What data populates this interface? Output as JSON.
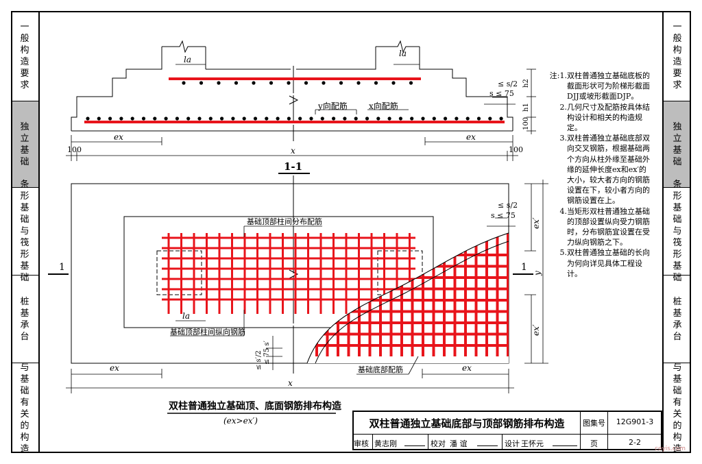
{
  "left_tabs": [
    {
      "label": "一般构造要求",
      "active": false
    },
    {
      "label": "独立基础",
      "active": true
    },
    {
      "label": "条形基础与筏形基础",
      "active": false
    },
    {
      "label": "桩基承台",
      "active": false
    },
    {
      "label": "与基础有关的构造",
      "active": false
    }
  ],
  "right_tabs": [
    {
      "label": "一般构造要求",
      "active": false
    },
    {
      "label": "独立基础",
      "active": true
    },
    {
      "label": "条形基础与筏形基础",
      "active": false
    },
    {
      "label": "桩基承台",
      "active": false
    },
    {
      "label": "与基础有关的构造",
      "active": false
    }
  ],
  "section": {
    "title": "1-1",
    "la_left": "la",
    "la_right": "la",
    "y_bar": "y向配筋",
    "x_bar": "x向配筋",
    "ex_left": "ex",
    "ex_right": "ex",
    "x": "x",
    "d100_left": "100",
    "d100_right": "100",
    "s2": "≤ s/2",
    "s75": "s ≤ 75",
    "h2": "h2",
    "h1": "h1",
    "d100_v": "100"
  },
  "plan": {
    "top_dist_label": "基础顶部柱间分布配筋",
    "top_long_label": "基础顶部柱间纵向钢筋",
    "bottom_label": "基础底部配筋",
    "la": "la",
    "cut_left": "1",
    "cut_right": "1",
    "ex_bottom_left": "ex",
    "ex_bottom_right": "ex",
    "x": "x",
    "ex_right_top": "ex′",
    "ex_right_bottom": "ex′",
    "y": "y",
    "s2": "≤ s/2",
    "s75": "s ≤ 75",
    "s2_left": "≤ s′/2",
    "s75_left": "≤ 75 s′"
  },
  "caption": {
    "title": "双柱普通独立基础顶、底面钢筋排布构造",
    "sub": "(ex>ex′)"
  },
  "notes_prefix": "注:",
  "notes": [
    {
      "n": "1.",
      "text": "双柱普通独立基础底板的截面形状可为阶梯形截面DJJ或坡形截面DJP。"
    },
    {
      "n": "2.",
      "text": "几何尺寸及配筋按具体结构设计和相关的构造规定。"
    },
    {
      "n": "3.",
      "text": "双柱普通独立基础底部双向交叉钢筋，根据基础两个方向从柱外缘至基础外缘的延伸长度ex和ex′的大小，较大者方向的钢筋设置在下，较小者方向的钢筋设置在上。"
    },
    {
      "n": "4.",
      "text": "当矩形双柱普通独立基础的顶部设置纵向受力钢筋时，分布钢筋宜设置在受力纵向钢筋之下。"
    },
    {
      "n": "5.",
      "text": "双柱普通独立基础的长向为何向详见具体工程设计。"
    }
  ],
  "titleblock": {
    "title": "双柱普通独立基础底部与顶部钢筋排布构造",
    "atlas_label": "图集号",
    "atlas_no": "12G901-3",
    "review": "审核",
    "reviewer": "黄志刚",
    "check": "校对",
    "checker": "潘 谊",
    "design": "设计",
    "designer": "王怀元",
    "page_label": "页",
    "page": "2-2"
  },
  "watermark": "coyis.com",
  "colors": {
    "rebar": "#e8141b",
    "tab_active": "#bdbdbd",
    "line": "#000000"
  }
}
